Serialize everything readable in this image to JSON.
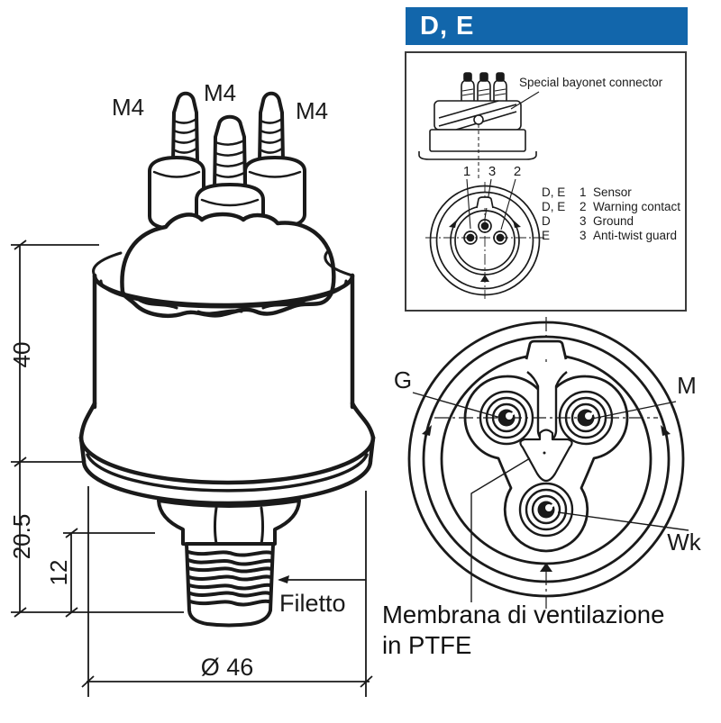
{
  "colors": {
    "header_bg": "#1266ab",
    "header_text": "#ffffff",
    "ink": "#1a1a1a"
  },
  "panel": {
    "header_label": "D, E",
    "bayonet_note": "Special bayonet connector",
    "pin_numbers": [
      "1",
      "3",
      "2"
    ],
    "legend": [
      {
        "variants": "D, E",
        "pin": "1",
        "description": "Sensor"
      },
      {
        "variants": "D, E",
        "pin": "2",
        "description": "Warning contact"
      },
      {
        "variants": "D",
        "pin": "3",
        "description": "Ground"
      },
      {
        "variants": "E",
        "pin": "3",
        "description": "Anti-twist guard"
      }
    ]
  },
  "drawing": {
    "stud_labels": [
      "M4",
      "M4",
      "M4"
    ],
    "dim_height_upper": "40",
    "dim_height_lower": "20.5",
    "dim_thread_length": "12",
    "dim_diameter": "Ø 46",
    "thread_label": "Filetto"
  },
  "face": {
    "terminal_g": "G",
    "terminal_m": "M",
    "terminal_wk": "Wk",
    "caption_line1": "Membrana di ventilazione",
    "caption_line2": "in PTFE"
  }
}
